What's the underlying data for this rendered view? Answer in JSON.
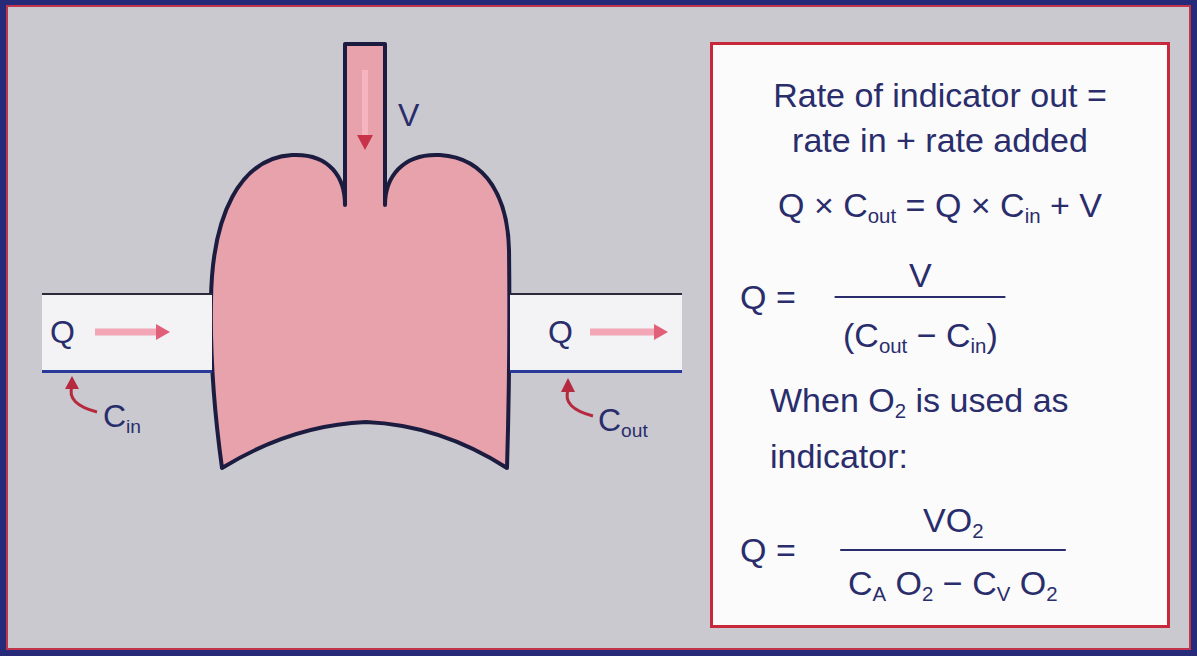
{
  "diagram": {
    "nodes": [
      {
        "text": [
          "Q"
        ]
      },
      {
        "text": [
          "Q"
        ]
      },
      {
        "text": [
          "Rate of indicator out = rate in + rate added",
          "Q × Cout = Q × Cin + V",
          "Q =",
          "V",
          "(Cout − Cin)",
          "When O2 is used as indicator:",
          "Q =",
          "VO2",
          "CA O2 − CV O2"
        ]
      }
    ],
    "labels": [
      "V",
      "Cin",
      "Cout"
    ]
  }
}
